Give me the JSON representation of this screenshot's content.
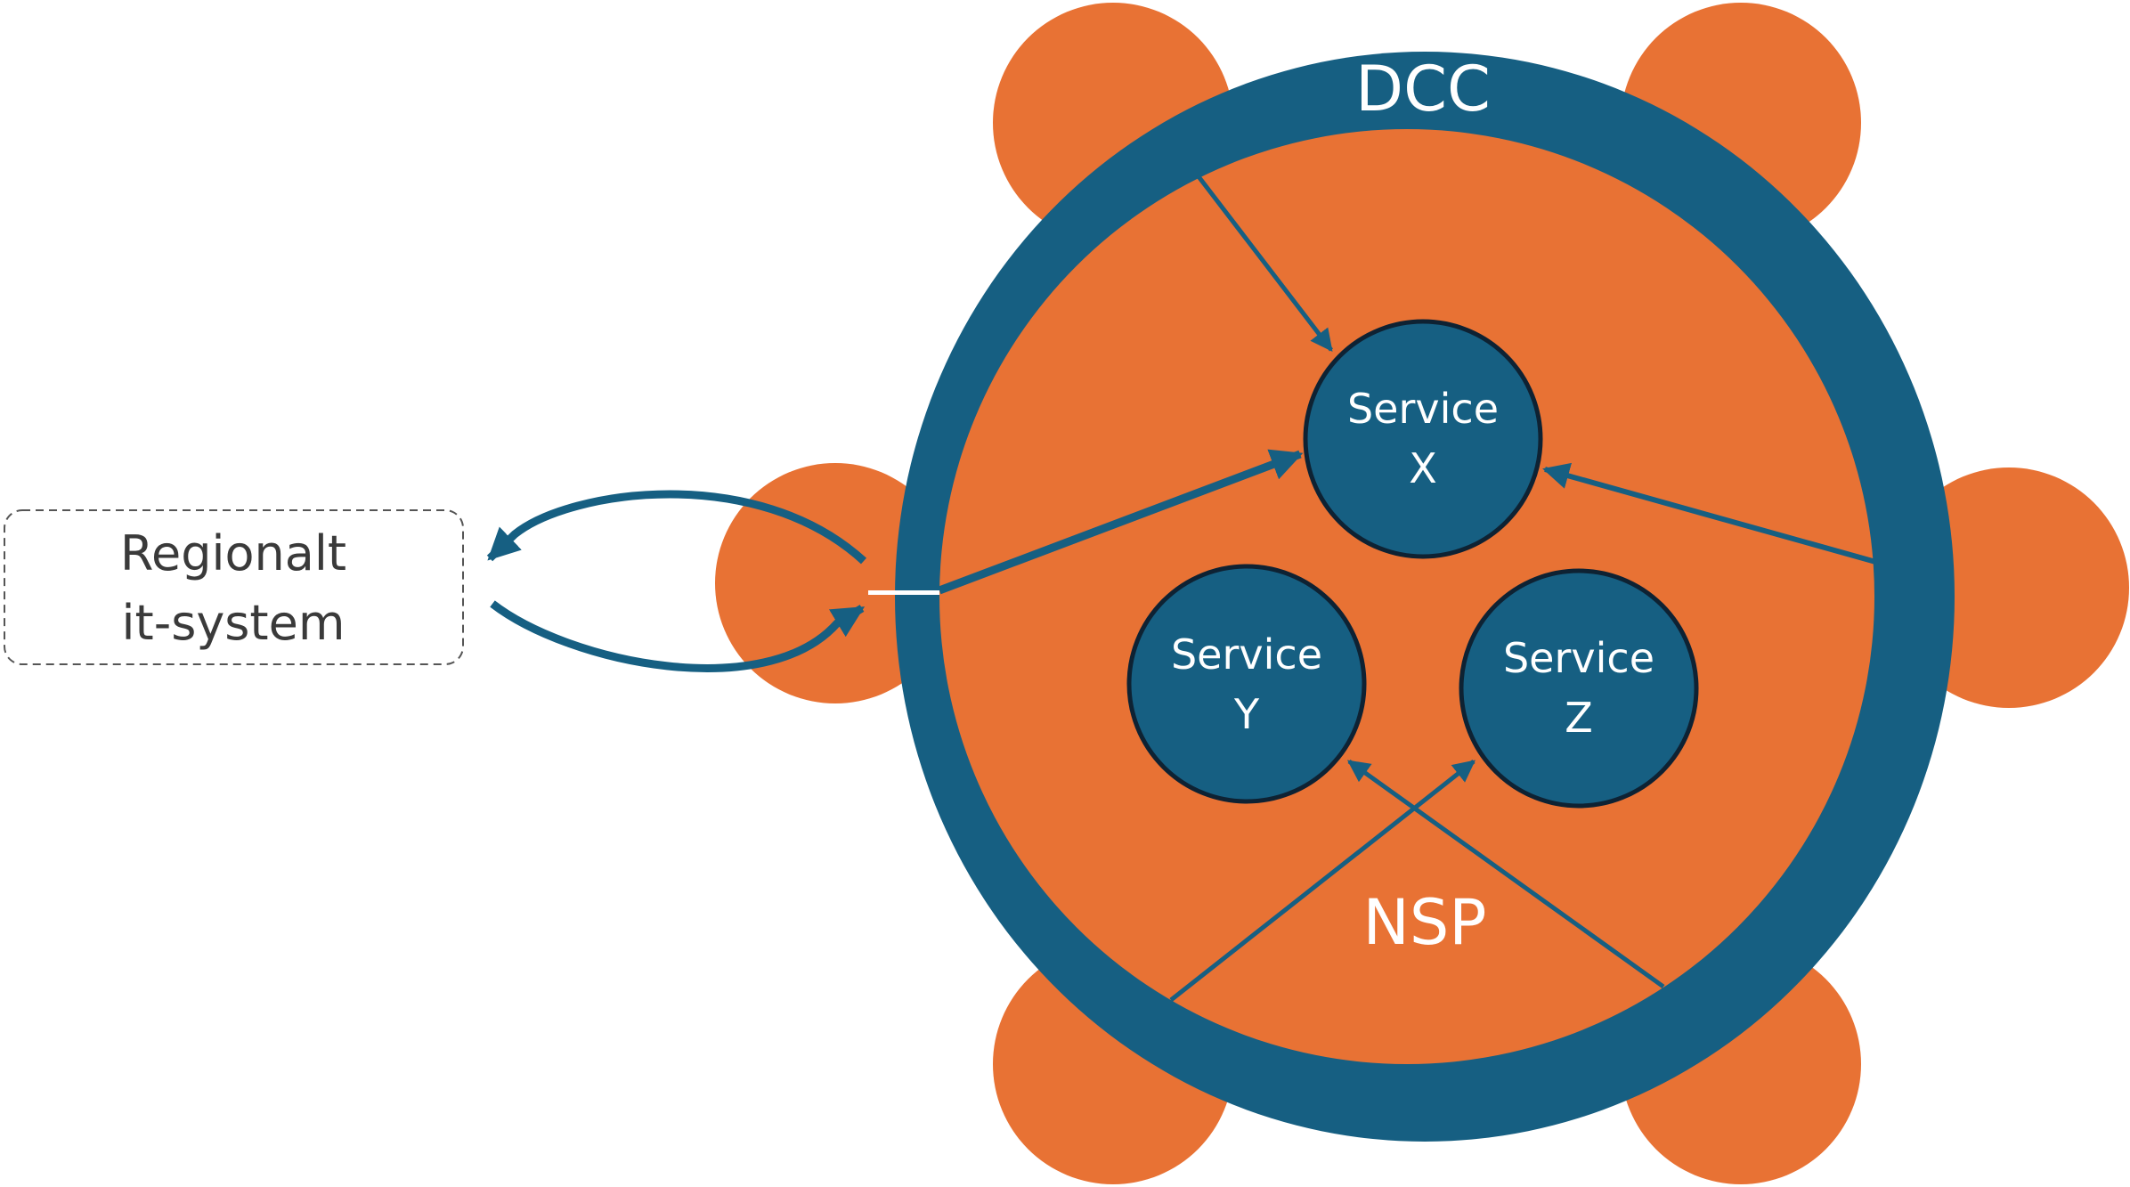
{
  "colors": {
    "orange": "#E87234",
    "ring": "#165F82",
    "service_fill": "#165F82",
    "service_stroke": "#0E2233",
    "arrow": "#165F82",
    "box_border": "#555555",
    "text_dark": "#3a3a3a",
    "text_light": "#ffffff"
  },
  "icons": {
    "arrowhead": "arrowhead-icon"
  },
  "ring": {
    "label": "DCC"
  },
  "core": {
    "label": "NSP"
  },
  "services": [
    {
      "id": "x",
      "line1": "Service",
      "line2": "X"
    },
    {
      "id": "y",
      "line1": "Service",
      "line2": "Y"
    },
    {
      "id": "z",
      "line1": "Service",
      "line2": "Z"
    }
  ],
  "regional_system": {
    "line1": "Regionalt",
    "line2": "it-system"
  }
}
